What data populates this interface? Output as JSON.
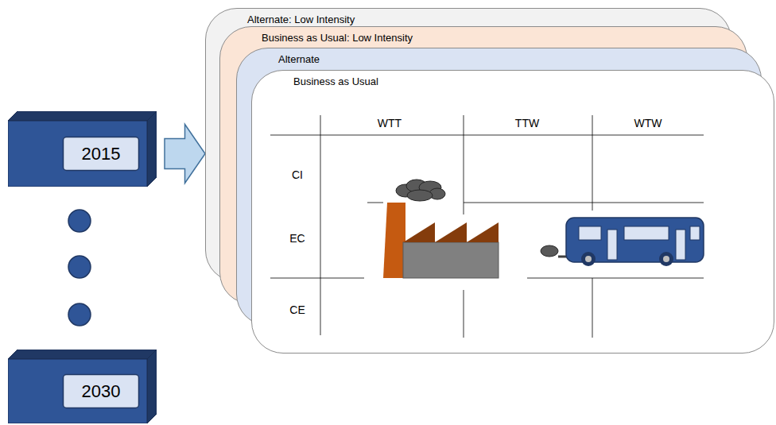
{
  "diagram": {
    "nodes": [
      {
        "text": [
          "2015"
        ]
      },
      {
        "text": [
          "Alternate: Low Intensity"
        ]
      },
      {
        "text": [
          "Business as Usual: Low Intensity"
        ]
      },
      {
        "text": [
          "Alternate"
        ]
      },
      {
        "text": [
          "Business as Usual"
        ]
      },
      {
        "text": [
          "2030"
        ]
      }
    ],
    "edges": [
      {
        "from": 0,
        "to": 1,
        "arrow": "to"
      }
    ],
    "labels": [
      "WTT",
      "TTW",
      "WTW",
      "CI",
      "EC",
      "CE"
    ]
  }
}
